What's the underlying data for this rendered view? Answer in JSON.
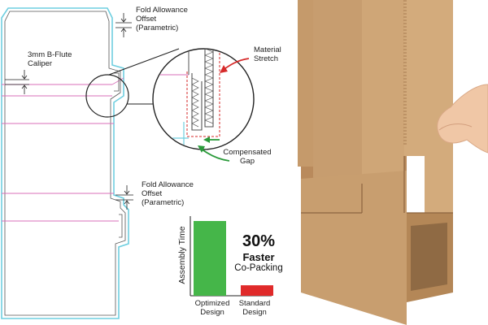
{
  "annotations": {
    "fold_offset_top": "Fold Allowance\nOffset\n(Parametric)",
    "caliper": "3mm B-Flute\nCaliper",
    "material_stretch": "Material\nStretch",
    "compensated_gap": "Compensated\nGap",
    "fold_offset_bottom": "Fold Allowance\nOffset\n(Parametric)"
  },
  "callout": {
    "percent": "30%",
    "line1": "Faster",
    "line2": "Co-Packing"
  },
  "colors": {
    "cut_line": "#6fcfe0",
    "fold_line": "#d86fb8",
    "outline": "#333333",
    "stretch_arrow": "#d62a2a",
    "gap_arrow": "#2a9a3a",
    "bar_optimized": "#45b649",
    "bar_standard": "#e02a2a",
    "cardboard": "#c9a27a"
  },
  "chart_data": {
    "type": "bar",
    "categories": [
      "Optimized\nDesign",
      "Standard\nDesign"
    ],
    "values": [
      1.0,
      0.14
    ],
    "ylabel": "Assembly Time",
    "ylim": [
      0,
      1.0
    ],
    "grid": false,
    "colors": [
      "#45b649",
      "#e02a2a"
    ]
  }
}
